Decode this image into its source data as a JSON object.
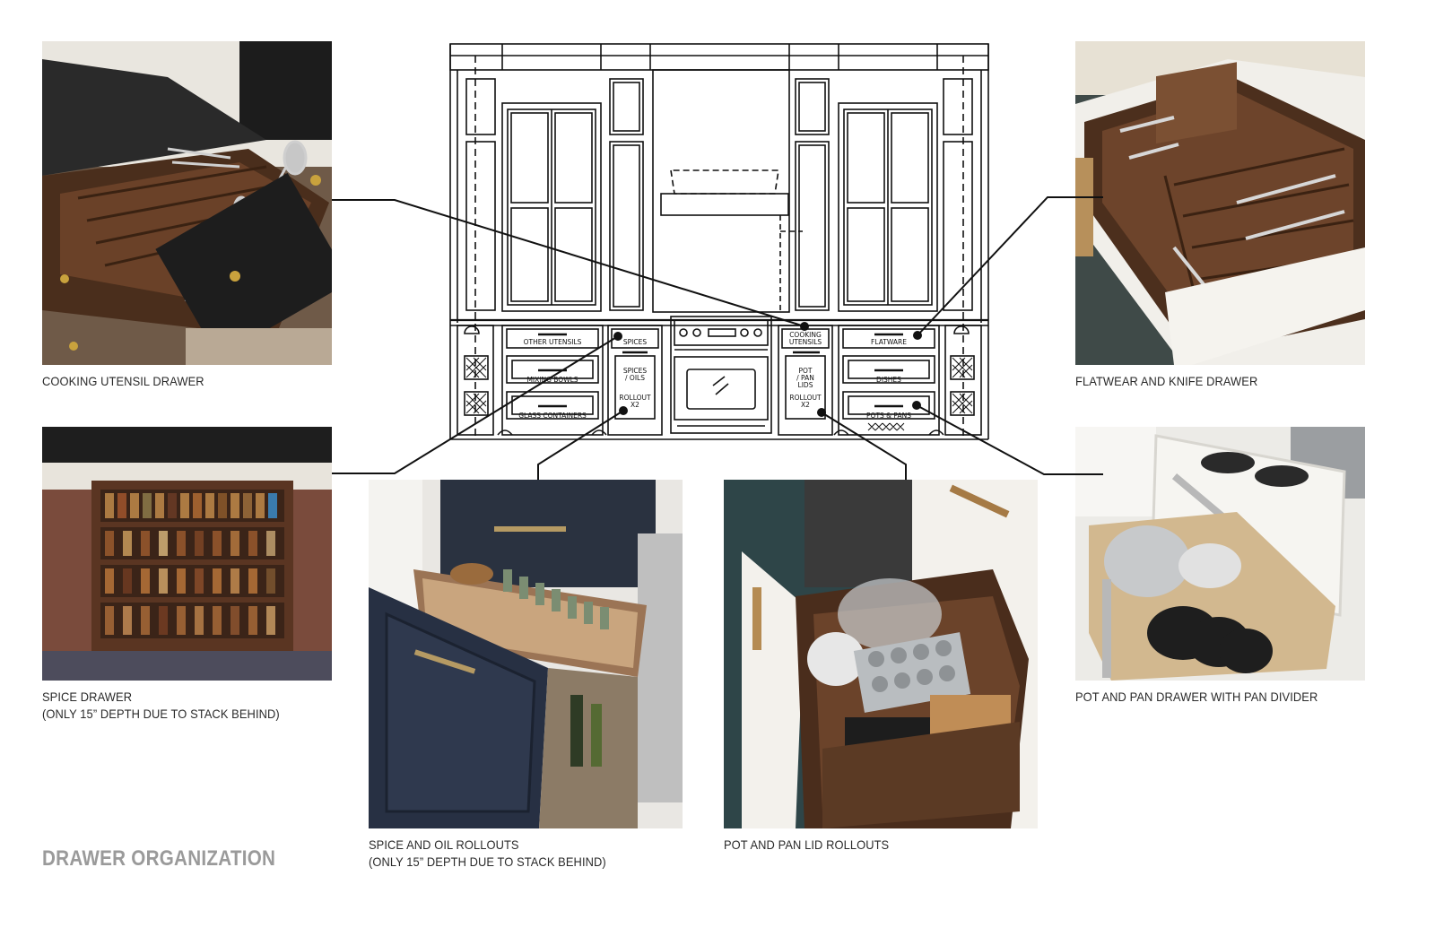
{
  "page": {
    "title": "DRAWER ORGANIZATION"
  },
  "captions": {
    "cooking_utensil": {
      "line1": "COOKING UTENSIL DRAWER"
    },
    "flatware": {
      "line1": "FLATWEAR AND KNIFE DRAWER"
    },
    "spice": {
      "line1": "SPICE DRAWER",
      "line2": "(ONLY 15” DEPTH DUE TO STACK BEHIND)"
    },
    "spice_oil": {
      "line1": "SPICE AND OIL ROLLOUTS",
      "line2": "(ONLY 15” DEPTH DUE TO STACK BEHIND)"
    },
    "lid_rollout": {
      "line1": "POT AND PAN LID ROLLOUTS"
    },
    "pot_pan": {
      "line1": "POT AND PAN DRAWER WITH PAN DIVIDER"
    }
  },
  "elevation_labels": {
    "other_utensils": "OTHER UTENSILS",
    "spices": "SPICES",
    "cooking_utensils_1": "COOKING",
    "cooking_utensils_2": "UTENSILS",
    "flatware": "FLATWARE",
    "mixing_bowls": "MIXING BOWLS",
    "glass_containers": "GLASS CONTAINERS",
    "spices_oils_1": "SPICES",
    "spices_oils_2": "/ OILS",
    "rollout_1": "ROLLOUT",
    "rollout_x2_1": "X2",
    "pot_1": "POT",
    "pot_2": "/ PAN",
    "pot_3": "LIDS",
    "rollout_2": "ROLLOUT",
    "rollout_x2_2": "X2",
    "dishes": "DISHES",
    "pots_pans": "POTS & PANS"
  },
  "colors": {
    "title_gray": "#9a9a9a",
    "line": "#111111",
    "walnut": "#5a3a24",
    "navy": "#2b3344"
  }
}
